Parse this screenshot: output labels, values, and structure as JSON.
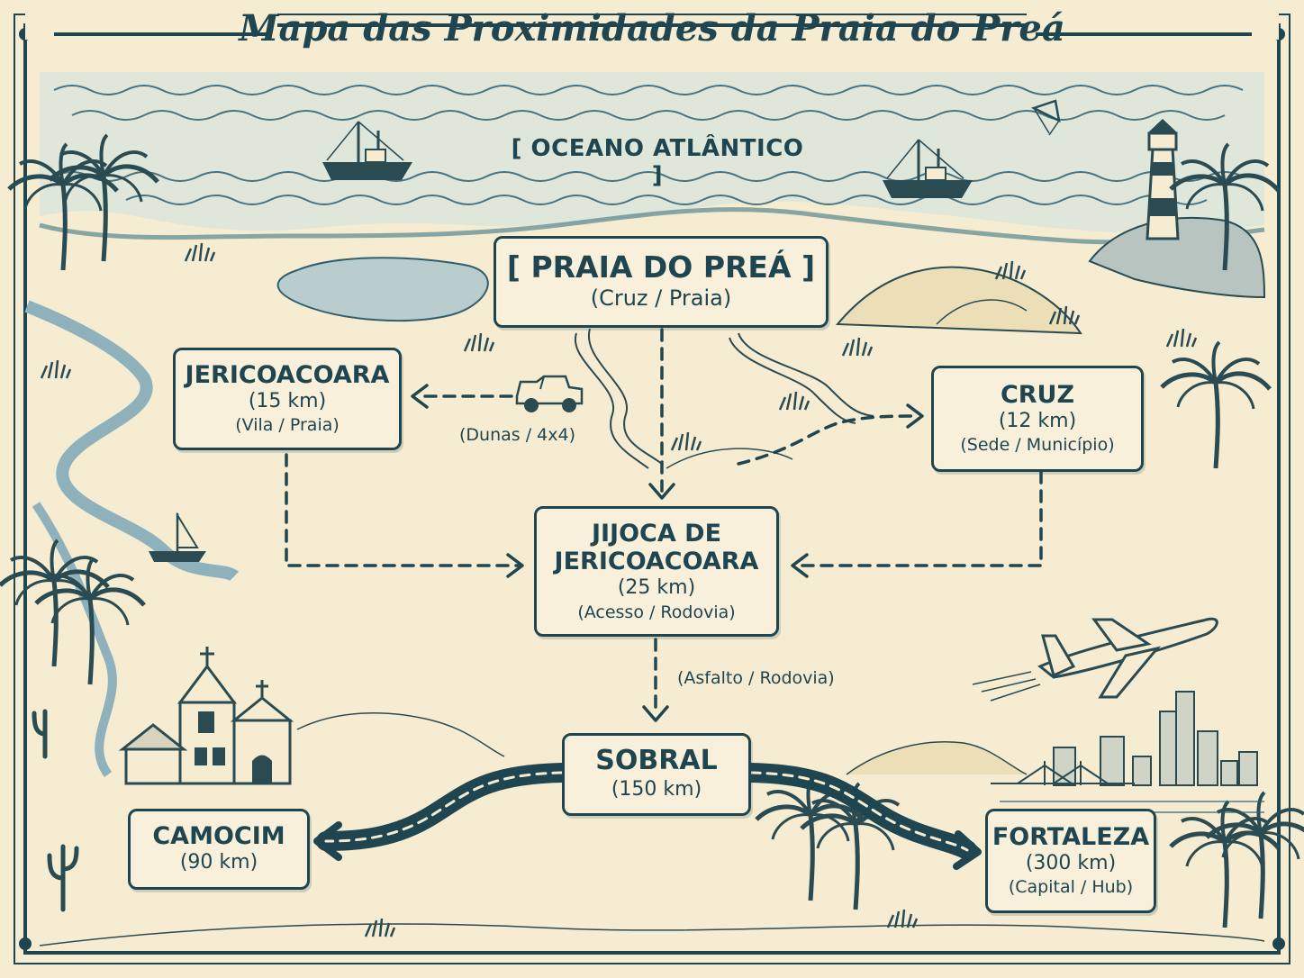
{
  "map": {
    "title": "Mapa das Proximidades da Praia do Preá",
    "ocean_label": "[ OCEANO ATLÂNTICO ]",
    "colors": {
      "ink": "#1f4650",
      "paper": "#f5ecd2",
      "water": "#7fa6b4",
      "sand": "#e9dcb6"
    }
  },
  "locations": {
    "praia_do_prea": {
      "name": "[ PRAIA DO PREÁ ]",
      "desc": "(Cruz / Praia)"
    },
    "jericoacoara": {
      "name": "JERICOACOARA",
      "distance": "(15 km)",
      "desc": "(Vila / Praia)"
    },
    "cruz": {
      "name": "CRUZ",
      "distance": "(12 km)",
      "desc": "(Sede / Município)"
    },
    "jijoca": {
      "name1": "JIJOCA DE",
      "name2": "JERICOACOARA",
      "distance": "(25 km)",
      "desc": "(Acesso / Rodovia)"
    },
    "sobral": {
      "name": "SOBRAL",
      "distance": "(150 km)"
    },
    "camocim": {
      "name": "CAMOCIM",
      "distance": "(90 km)"
    },
    "fortaleza": {
      "name": "FORTALEZA",
      "distance": "(300 km)",
      "desc": "(Capital / Hub)"
    }
  },
  "routes": {
    "dunes": "(Dunas / 4x4)",
    "asphalt": "(Asfalto / Rodovia)"
  },
  "illustrations": [
    "fishing-boat",
    "sailboat",
    "kite",
    "lighthouse",
    "palm-tree",
    "church",
    "airplane",
    "city-skyline",
    "bridge",
    "cactus",
    "jeep",
    "sand-dunes",
    "lagoon",
    "river"
  ]
}
